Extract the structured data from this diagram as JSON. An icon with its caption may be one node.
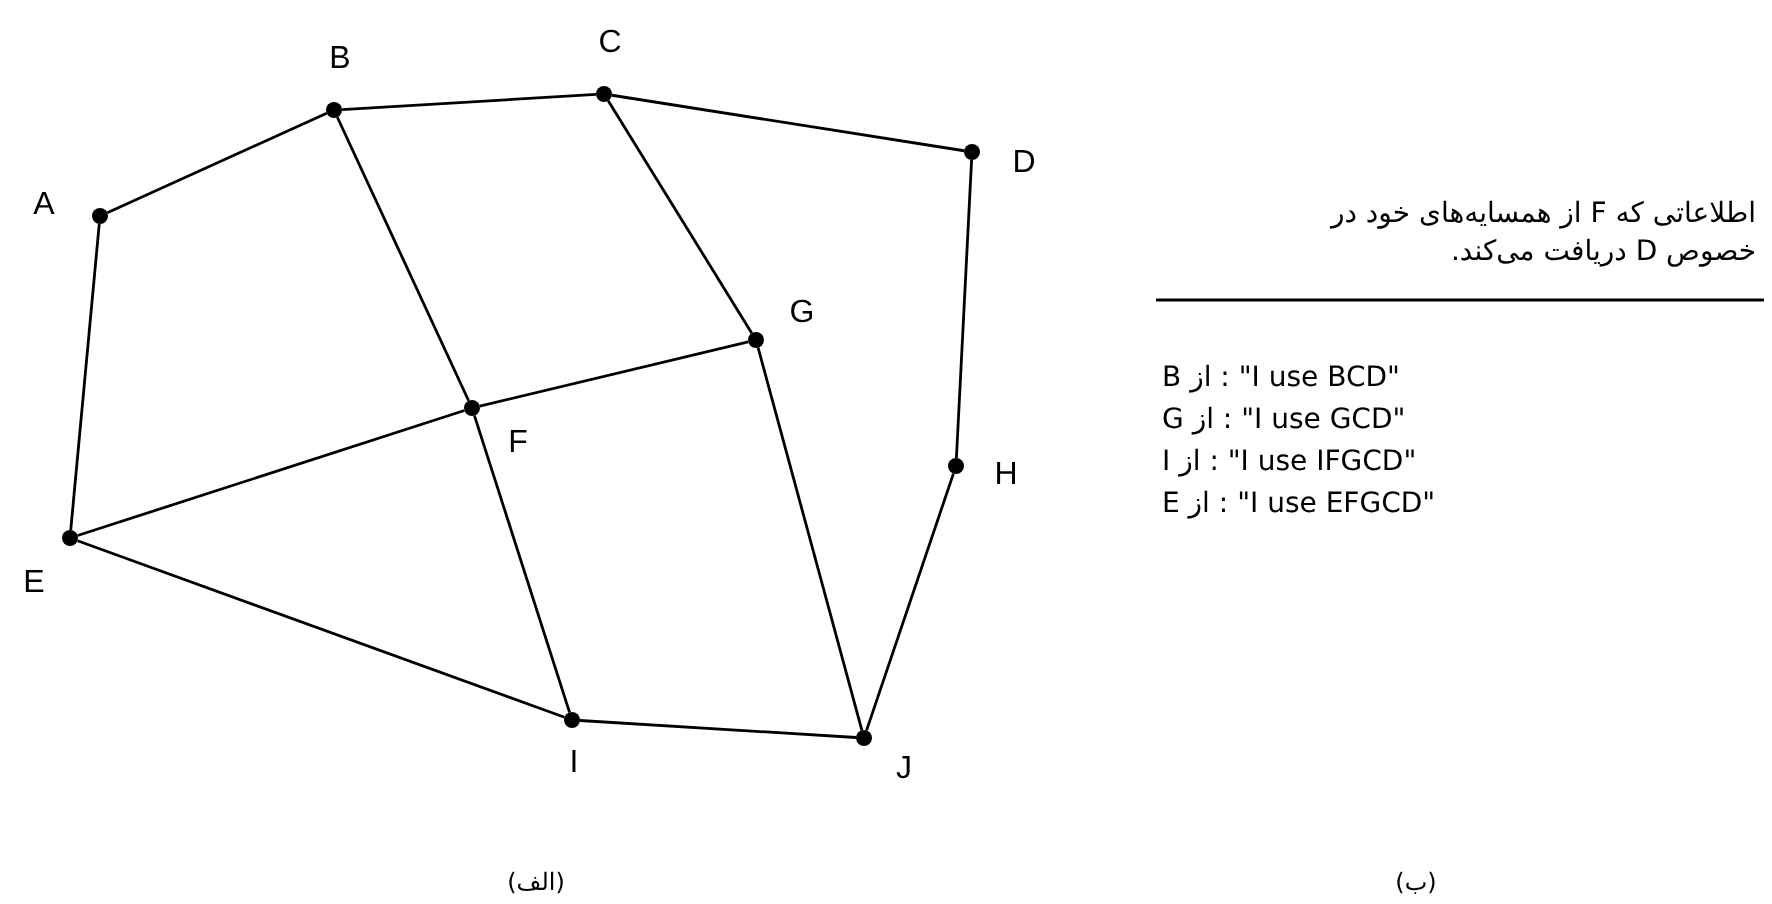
{
  "diagram": {
    "nodes": [
      {
        "text": [],
        "shape": "circle",
        "beside": [
          "A"
        ]
      },
      {
        "text": [],
        "shape": "circle",
        "beside": [
          "B"
        ]
      },
      {
        "text": [],
        "shape": "circle",
        "beside": [
          "C"
        ]
      },
      {
        "text": [],
        "shape": "circle",
        "beside": [
          "D"
        ]
      },
      {
        "text": [],
        "shape": "circle",
        "beside": [
          "E"
        ]
      },
      {
        "text": [],
        "shape": "circle",
        "beside": [
          "F"
        ]
      },
      {
        "text": [],
        "shape": "circle",
        "beside": [
          "G"
        ]
      },
      {
        "text": [],
        "shape": "circle",
        "beside": [
          "H"
        ]
      },
      {
        "text": [],
        "shape": "circle",
        "beside": [
          "I"
        ]
      },
      {
        "text": [],
        "shape": "circle",
        "beside": [
          "J"
        ]
      }
    ],
    "edges": [
      {
        "from": 0,
        "to": 1,
        "arrow": "none"
      },
      {
        "from": 1,
        "to": 2,
        "arrow": "none"
      },
      {
        "from": 2,
        "to": 3,
        "arrow": "none"
      },
      {
        "from": 0,
        "to": 4,
        "arrow": "none"
      },
      {
        "from": 1,
        "to": 5,
        "arrow": "none"
      },
      {
        "from": 2,
        "to": 6,
        "arrow": "none"
      },
      {
        "from": 3,
        "to": 7,
        "arrow": "none"
      },
      {
        "from": 4,
        "to": 5,
        "arrow": "none"
      },
      {
        "from": 5,
        "to": 6,
        "arrow": "none"
      },
      {
        "from": 5,
        "to": 8,
        "arrow": "none"
      },
      {
        "from": 6,
        "to": 9,
        "arrow": "none"
      },
      {
        "from": 4,
        "to": 8,
        "arrow": "none"
      },
      {
        "from": 8,
        "to": 9,
        "arrow": "none"
      },
      {
        "from": 7,
        "to": 9,
        "arrow": "none"
      }
    ],
    "labels": [
      "اطلاعاتی که F از همسایه‌های خود در خصوص D دریافت می‌کند.",
      "B از : \"I use BCD\"",
      "G از : \"I use GCD\"",
      "I از : \"I use IFGCD\"",
      "E از : \"I use EFGCD\"",
      "(الف)",
      "(ب)"
    ]
  }
}
